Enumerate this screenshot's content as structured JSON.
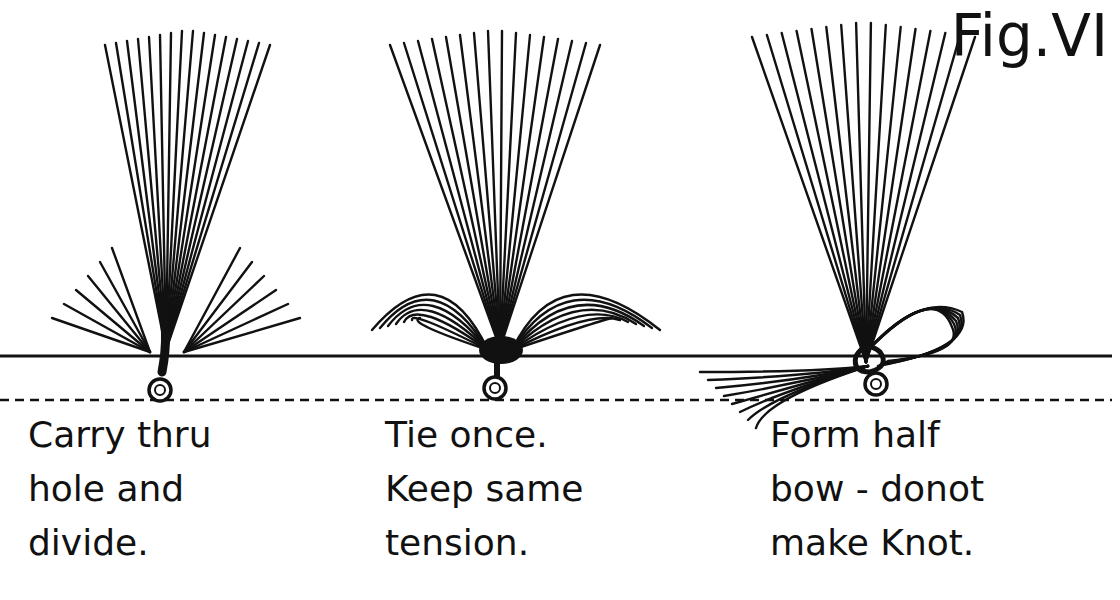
{
  "diagram": {
    "title": "Fig.VI",
    "labels": [
      "Carry thru hole and divide.",
      "Tie once. Keep same tension.",
      "Form half bow - donot make Knot."
    ]
  }
}
